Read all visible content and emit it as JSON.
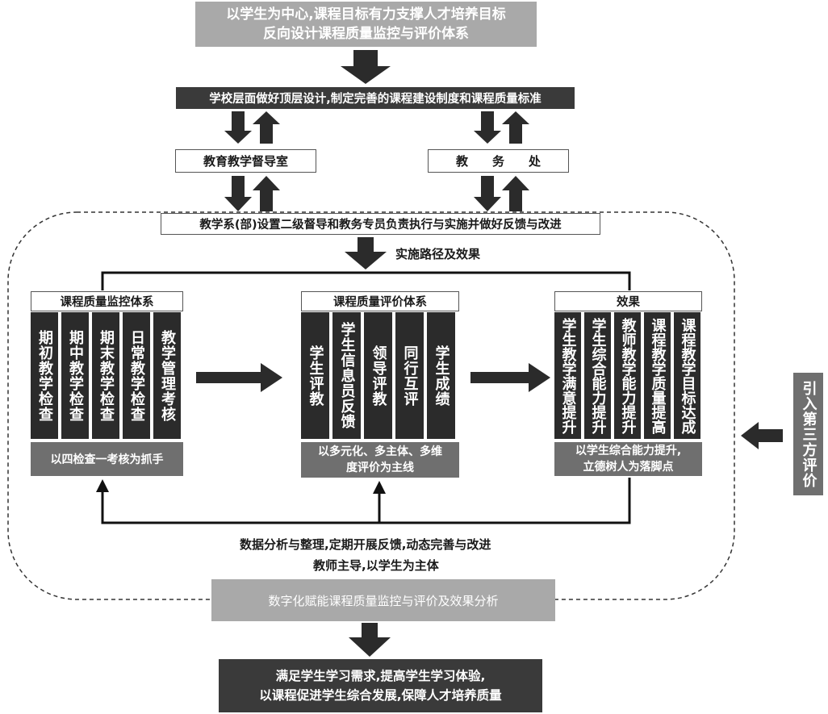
{
  "top_box": {
    "line1": "以学生为中心,课程目标有力支撑人才培养目标",
    "line2": "反向设计课程质量监控与评价体系"
  },
  "school_level": "学校层面做好顶层设计,制定完善的课程建设制度和课程质量标准",
  "supervision_office": "教育教学督导室",
  "academic_affairs": "教　　务　　处",
  "department": "教学系(部)设置二级督导和教务专员负责执行与实施并做好反馈与改进",
  "path_label": "实施路径及效果",
  "monitoring": {
    "title": "课程质量监控体系",
    "columns": [
      "期初教学检查",
      "期中教学检查",
      "期末教学检查",
      "日常教学检查",
      "教学管理考核"
    ],
    "footer": "以四检查一考核为抓手"
  },
  "evaluation": {
    "title": "课程质量评价体系",
    "columns": [
      "学生评教",
      "学生信息员反馈",
      "领导评教",
      "同行互评",
      "学生成绩"
    ],
    "footer_line1": "以多元化、多主体、多维",
    "footer_line2": "度评价为主线"
  },
  "effect": {
    "title": "效果",
    "columns": [
      "学生教学满意提升",
      "学生综合能力提升",
      "教师教学能力提升",
      "课程教学质量提高",
      "课程教学目标达成"
    ],
    "footer_line1": "以学生综合能力提升,",
    "footer_line2": "立德树人为落脚点"
  },
  "third_party": "引入第三方评价",
  "feedback": {
    "line1": "数据分析与整理,定期开展反馈,动态完善与改进",
    "line2": "教师主导,以学生为主体"
  },
  "digital": "数字化赋能课程质量监控与评价及效果分析",
  "bottom_box": {
    "line1": "满足学生学习需求,提高学生学习体验,",
    "line2": "以课程促进学生综合发展,保障人才培养质量"
  }
}
